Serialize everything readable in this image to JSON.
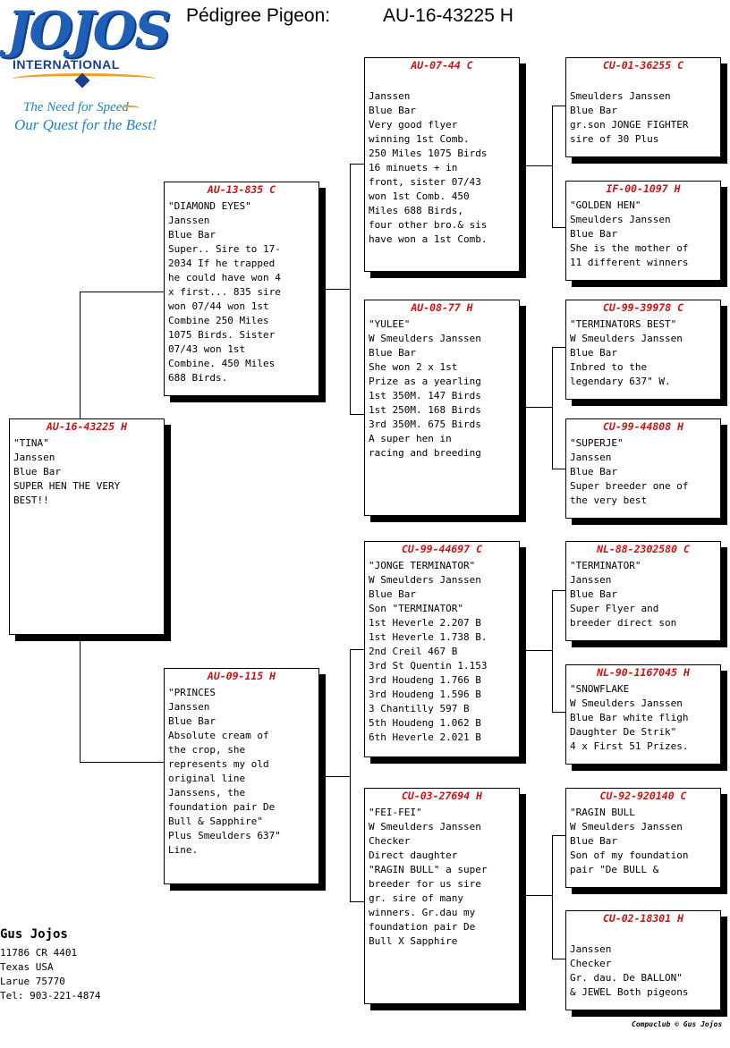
{
  "header": {
    "title_label": "Pédigree Pigeon:",
    "title_ring": "AU-16-43225 H"
  },
  "logo": {
    "brand": "JOJOS",
    "subtitle": "INTERNATIONAL",
    "tagline_1": "The Need for Speed",
    "tagline_2": "Our Quest for the Best!"
  },
  "pigeons": {
    "main": {
      "ring": "AU-16-43225 H",
      "lines": [
        "\"TINA\"",
        "Janssen",
        "Blue Bar",
        "SUPER HEN THE VERY",
        "BEST!!"
      ]
    },
    "sire": {
      "ring": "AU-13-835 C",
      "lines": [
        "\"DIAMOND EYES\"",
        "Janssen",
        "Blue Bar",
        "Super.. Sire to 17-",
        "2034 If he trapped",
        "he could have won 4",
        "x first... 835 sire",
        "won 07/44 won 1st",
        "Combine 250 Miles",
        "1075 Birds. Sister",
        "07/43 won 1st",
        "Combine. 450 Miles",
        "688 Birds."
      ]
    },
    "dam": {
      "ring": "AU-09-115 H",
      "lines": [
        "\"PRINCES",
        "Janssen",
        "Blue Bar",
        "Absolute cream of",
        "the crop, she",
        "represents my old",
        "original line",
        "Janssens, the",
        "foundation pair De",
        "Bull & Sapphire\"",
        "Plus Smeulders 637\"",
        "Line."
      ]
    },
    "ss": {
      "ring": "AU-07-44 C",
      "lines": [
        "",
        "Janssen",
        "Blue Bar",
        "Very good flyer",
        "winning 1st Comb.",
        "250 Miles 1075 Birds",
        "16 minuets + in",
        "front, sister 07/43",
        "won 1st Comb. 450",
        "Miles 688 Birds,",
        "four other bro.& sis",
        "have won a 1st Comb."
      ]
    },
    "sd": {
      "ring": "AU-08-77 H",
      "lines": [
        "\"YULEE\"",
        "W Smeulders Janssen",
        "Blue Bar",
        "She won 2 x 1st",
        "Prize as a yearling",
        "1st 350M. 147 Birds",
        "1st 250M. 168 Birds",
        "3rd 350M. 675 Birds",
        "A super hen in",
        "racing and breeding"
      ]
    },
    "ds": {
      "ring": "CU-99-44697 C",
      "lines": [
        "\"JONGE TERMINATOR\"",
        "W Smeulders Janssen",
        "Blue Bar",
        "Son \"TERMINATOR\"",
        "1st Heverle 2.207 B",
        "1st Heverle 1.738 B.",
        "2nd Creil 467 B",
        "3rd St Quentin 1.153",
        "3rd Houdeng 1.766 B",
        "3rd Houdeng 1.596 B",
        "3 Chantilly 597 B",
        "5th Houdeng 1.062 B",
        "6th Heverle 2.021 B"
      ]
    },
    "dd": {
      "ring": "CU-03-27694 H",
      "lines": [
        "\"FEI-FEI\"",
        "W Smeulders Janssen",
        "Checker",
        "Direct daughter",
        "\"RAGIN BULL\" a super",
        "breeder for us sire",
        "gr. sire of many",
        "winners. Gr.dau my",
        "foundation pair De",
        "Bull X Sapphire"
      ]
    },
    "sss": {
      "ring": "CU-01-36255 C",
      "lines": [
        "",
        "Smeulders Janssen",
        "Blue Bar",
        "gr.son JONGE FIGHTER",
        "sire of 30 Plus"
      ]
    },
    "ssd": {
      "ring": "IF-00-1097 H",
      "lines": [
        "\"GOLDEN HEN\"",
        "Smeulders Janssen",
        "Blue Bar",
        "She is the mother of",
        "11 different winners"
      ]
    },
    "sds": {
      "ring": "CU-99-39978 C",
      "lines": [
        "\"TERMINATORS BEST\"",
        "W Smeulders Janssen",
        "Blue Bar",
        "Inbred to the",
        "legendary 637\" W."
      ]
    },
    "sdd": {
      "ring": "CU-99-44808 H",
      "lines": [
        "\"SUPERJE\"",
        "Janssen",
        "Blue Bar",
        "Super breeder one of",
        "the very best"
      ]
    },
    "dss": {
      "ring": "NL-88-2302580 C",
      "lines": [
        "\"TERMINATOR\"",
        "Janssen",
        "Blue Bar",
        "Super Flyer and",
        "breeder direct son"
      ]
    },
    "dsd": {
      "ring": "NL-90-1167045 H",
      "lines": [
        "\"SNOWFLAKE",
        "W Smeulders Janssen",
        "Blue Bar white fligh",
        "Daughter De Strik\"",
        "4 x First 51 Prizes."
      ]
    },
    "dds": {
      "ring": "CU-92-920140 C",
      "lines": [
        "\"RAGIN BULL",
        "W Smeulders Janssen",
        "Blue Bar",
        "Son of my foundation",
        "pair \"De BULL &"
      ]
    },
    "ddd": {
      "ring": "CU-02-18301 H",
      "lines": [
        "",
        "Janssen",
        "Checker",
        "Gr. dau. De BALLON\"",
        "& JEWEL Both pigeons"
      ]
    }
  },
  "owner": {
    "name": "Gus Jojos",
    "lines": [
      "11786 CR 4401",
      "Texas USA",
      "Larue 75770",
      "Tel: 903-221-4874"
    ]
  },
  "footer": {
    "credit": "Compuclub © Gus Jojos"
  }
}
